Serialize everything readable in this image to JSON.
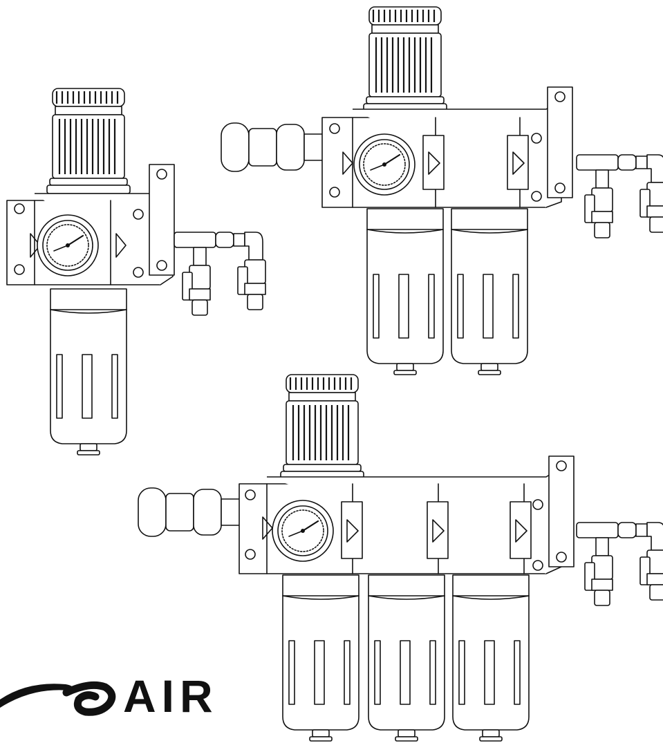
{
  "logo": {
    "text": "AIR",
    "color": "#111111"
  },
  "illustration": {
    "line_color": "#111111",
    "background": "#ffffff",
    "units": [
      {
        "id": "regulator-filter",
        "modules": 1,
        "has_gauge": true
      },
      {
        "id": "two-module-frl",
        "modules": 2,
        "has_gauge": true
      },
      {
        "id": "three-module-frl",
        "modules": 3,
        "has_gauge": true
      }
    ]
  }
}
